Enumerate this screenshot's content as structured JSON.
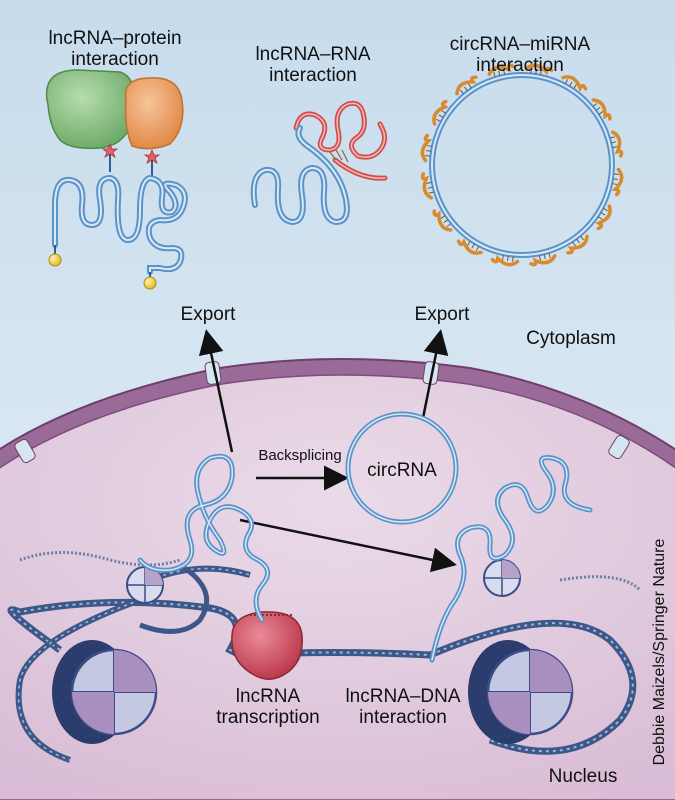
{
  "labels": {
    "lncrna_protein": "lncRNA–protein\ninteraction",
    "lncrna_rna": "lncRNA–RNA\ninteraction",
    "circrna_mirna": "circRNA–miRNA\ninteraction",
    "export_left": "Export",
    "export_right": "Export",
    "cytoplasm": "Cytoplasm",
    "backsplicing": "Backsplicing",
    "circrna": "circRNA",
    "lncrna_transcription": "lncRNA\ntranscription",
    "lncrna_dna": "lncRNA–DNA\ninteraction",
    "nucleus": "Nucleus",
    "credit": "Debbie Maizels/Springer Nature"
  },
  "colors": {
    "cytoplasm_bg": "#d6e6f1",
    "nucleus_fill": "#e5cfe1",
    "envelope": "#8e5a8c",
    "rna_strand": "#5b93c9",
    "rna_partner": "#d24c4c",
    "protein_green": "#7fbf7b",
    "protein_orange": "#ec9a5b",
    "mirna": "#d9892e",
    "polymerase": "#c4465a",
    "dna": "#3c5788",
    "histone": "#3b4d86"
  }
}
